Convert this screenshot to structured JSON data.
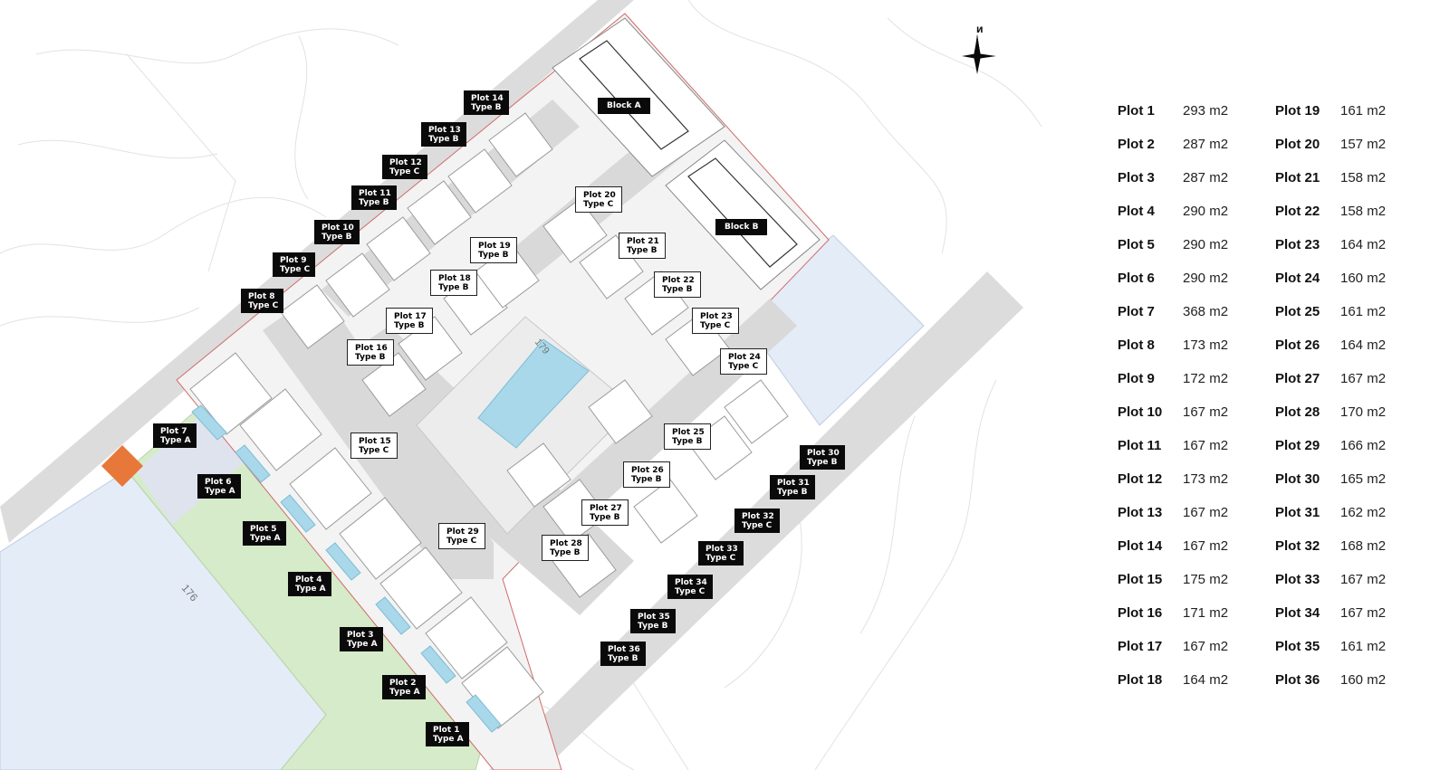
{
  "compass_letter": "И",
  "blocks": {
    "a": "Block A",
    "b": "Block B"
  },
  "map_labels": [
    {
      "name": "Plot 1",
      "type": "Type A"
    },
    {
      "name": "Plot 2",
      "type": "Type A"
    },
    {
      "name": "Plot 3",
      "type": "Type A"
    },
    {
      "name": "Plot 4",
      "type": "Type A"
    },
    {
      "name": "Plot 5",
      "type": "Type A"
    },
    {
      "name": "Plot 6",
      "type": "Type A"
    },
    {
      "name": "Plot 7",
      "type": "Type A"
    },
    {
      "name": "Plot 8",
      "type": "Type C"
    },
    {
      "name": "Plot 9",
      "type": "Type C"
    },
    {
      "name": "Plot 10",
      "type": "Type B"
    },
    {
      "name": "Plot 11",
      "type": "Type B"
    },
    {
      "name": "Plot 12",
      "type": "Type C"
    },
    {
      "name": "Plot 13",
      "type": "Type B"
    },
    {
      "name": "Plot 14",
      "type": "Type B"
    },
    {
      "name": "Plot 15",
      "type": "Type C"
    },
    {
      "name": "Plot 16",
      "type": "Type B"
    },
    {
      "name": "Plot 17",
      "type": "Type B"
    },
    {
      "name": "Plot 18",
      "type": "Type B"
    },
    {
      "name": "Plot 19",
      "type": "Type B"
    },
    {
      "name": "Plot 20",
      "type": "Type C"
    },
    {
      "name": "Plot 21",
      "type": "Type B"
    },
    {
      "name": "Plot 22",
      "type": "Type B"
    },
    {
      "name": "Plot 23",
      "type": "Type C"
    },
    {
      "name": "Plot 24",
      "type": "Type C"
    },
    {
      "name": "Plot 25",
      "type": "Type B"
    },
    {
      "name": "Plot 26",
      "type": "Type B"
    },
    {
      "name": "Plot 27",
      "type": "Type B"
    },
    {
      "name": "Plot 28",
      "type": "Type B"
    },
    {
      "name": "Plot 29",
      "type": "Type C"
    },
    {
      "name": "Plot 30",
      "type": "Type B"
    },
    {
      "name": "Plot 31",
      "type": "Type B"
    },
    {
      "name": "Plot 32",
      "type": "Type C"
    },
    {
      "name": "Plot 33",
      "type": "Type C"
    },
    {
      "name": "Plot 34",
      "type": "Type C"
    },
    {
      "name": "Plot 35",
      "type": "Type B"
    },
    {
      "name": "Plot 36",
      "type": "Type B"
    }
  ],
  "plot_areas": [
    {
      "name": "Plot 1",
      "area": "293 m2"
    },
    {
      "name": "Plot 2",
      "area": "287 m2"
    },
    {
      "name": "Plot 3",
      "area": "287 m2"
    },
    {
      "name": "Plot 4",
      "area": "290 m2"
    },
    {
      "name": "Plot 5",
      "area": "290 m2"
    },
    {
      "name": "Plot 6",
      "area": "290 m2"
    },
    {
      "name": "Plot 7",
      "area": "368 m2"
    },
    {
      "name": "Plot 8",
      "area": "173 m2"
    },
    {
      "name": "Plot 9",
      "area": "172 m2"
    },
    {
      "name": "Plot 10",
      "area": "167 m2"
    },
    {
      "name": "Plot 11",
      "area": "167 m2"
    },
    {
      "name": "Plot 12",
      "area": "173 m2"
    },
    {
      "name": "Plot 13",
      "area": "167 m2"
    },
    {
      "name": "Plot 14",
      "area": "167 m2"
    },
    {
      "name": "Plot 15",
      "area": "175 m2"
    },
    {
      "name": "Plot 16",
      "area": "171 m2"
    },
    {
      "name": "Plot 17",
      "area": "167 m2"
    },
    {
      "name": "Plot 18",
      "area": "164 m2"
    },
    {
      "name": "Plot 19",
      "area": "161 m2"
    },
    {
      "name": "Plot 20",
      "area": "157 m2"
    },
    {
      "name": "Plot 21",
      "area": "158 m2"
    },
    {
      "name": "Plot 22",
      "area": "158 m2"
    },
    {
      "name": "Plot 23",
      "area": "164 m2"
    },
    {
      "name": "Plot 24",
      "area": "160 m2"
    },
    {
      "name": "Plot 25",
      "area": "161 m2"
    },
    {
      "name": "Plot 26",
      "area": "164 m2"
    },
    {
      "name": "Plot 27",
      "area": "167 m2"
    },
    {
      "name": "Plot 28",
      "area": "170 m2"
    },
    {
      "name": "Plot 29",
      "area": "166 m2"
    },
    {
      "name": "Plot 30",
      "area": "165 m2"
    },
    {
      "name": "Plot 31",
      "area": "162 m2"
    },
    {
      "name": "Plot 32",
      "area": "168 m2"
    },
    {
      "name": "Plot 33",
      "area": "167 m2"
    },
    {
      "name": "Plot 34",
      "area": "167 m2"
    },
    {
      "name": "Plot 35",
      "area": "161 m2"
    },
    {
      "name": "Plot 36",
      "area": "160 m2"
    }
  ],
  "colors": {
    "label_bg": "#0a0a0a",
    "pool": "#a8d8ea",
    "parcel_blue": "#e3ecf7",
    "parcel_green": "#d6ebc9",
    "road": "#dcdcdc",
    "marker": "#e8773a"
  }
}
